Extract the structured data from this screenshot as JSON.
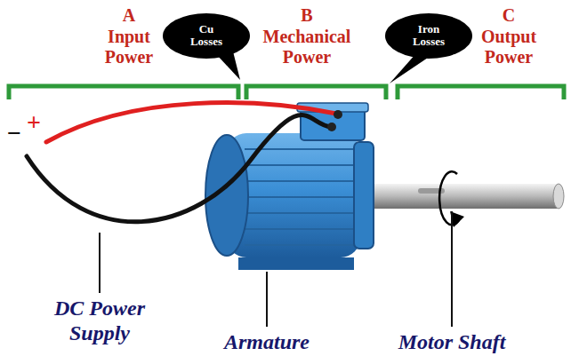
{
  "diagram": {
    "nodes": [
      {
        "text": [
          "Cu Losses"
        ]
      },
      {
        "text": [
          "Iron Losses"
        ]
      }
    ],
    "labels": [
      "A",
      "Input Power",
      "B",
      "Mechanical Power",
      "C",
      "Output Power",
      "+",
      "−",
      "DC Power Supply",
      "Armature",
      "Motor Shaft"
    ]
  }
}
